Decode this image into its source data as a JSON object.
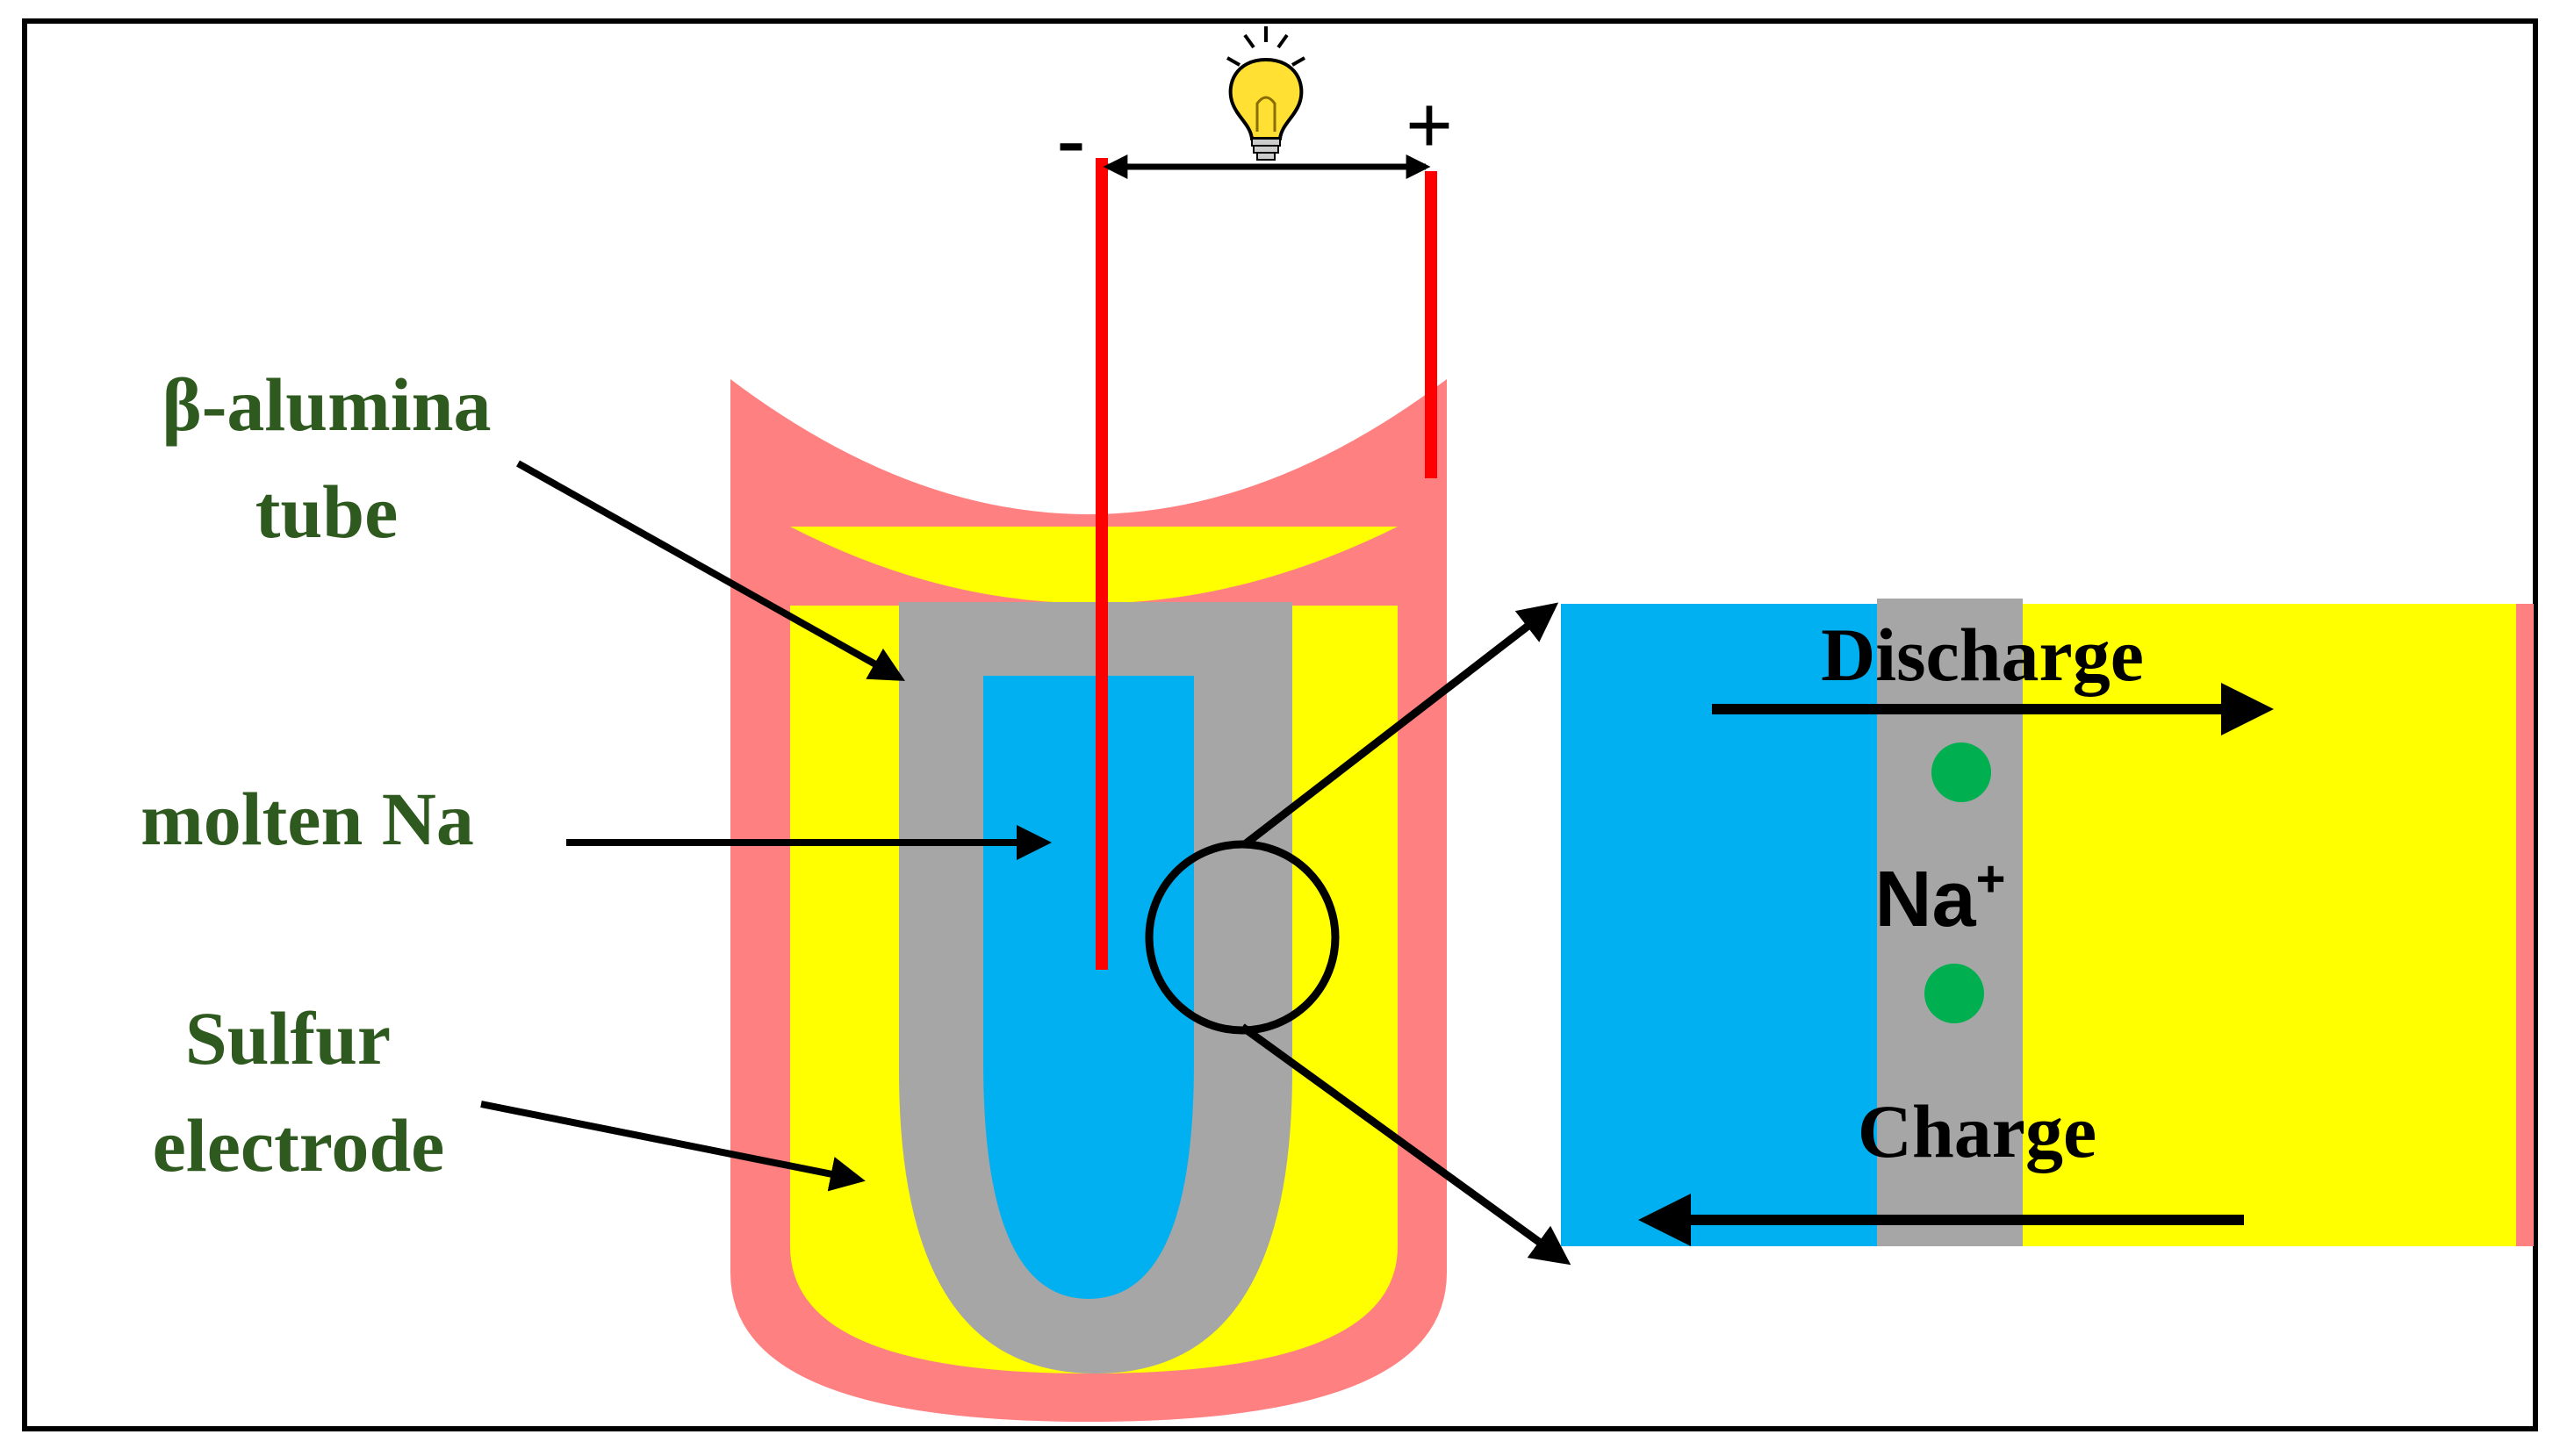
{
  "labels": {
    "beta_alumina_line1": "β-alumina",
    "beta_alumina_line2": "tube",
    "molten_na": "molten Na",
    "sulfur_line1": "Sulfur",
    "sulfur_line2": "electrode",
    "discharge": "Discharge",
    "charge": "Charge",
    "na_ion_base": "Na",
    "na_ion_charge": "+",
    "terminal_negative": "-",
    "terminal_positive": "+"
  },
  "icons": {
    "bulb": "lightbulb-icon"
  },
  "colors": {
    "sodium": "#00b0f0",
    "sulfur": "#ffff00",
    "beta_alumina": "#a6a6a6",
    "casing": "#ff8080",
    "electrode_wire": "#ff0000",
    "label_green": "#2f5a1f",
    "na_ion": "#00b050",
    "bulb": "#ffe033"
  }
}
